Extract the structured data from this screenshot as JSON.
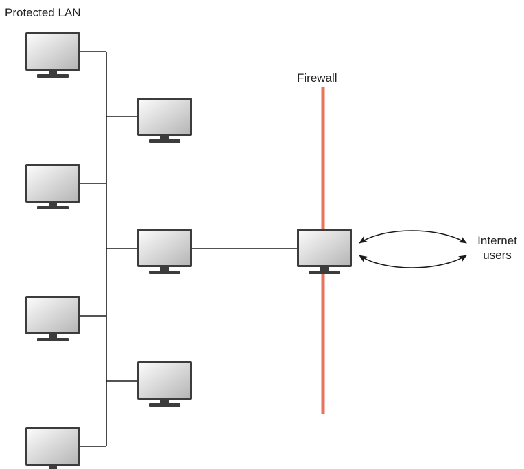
{
  "labels": {
    "lan": "Protected LAN",
    "firewall": "Firewall",
    "internet_line1": "Internet",
    "internet_line2": "users"
  },
  "colors": {
    "firewall": "#e8735a",
    "line": "#1a1a1a",
    "monitor_frame": "#3c3c3c",
    "screen_light": "#fafafa",
    "screen_dark": "#b9b9b9"
  },
  "icons": [
    "monitor-icon",
    "double-arrow-icon"
  ]
}
